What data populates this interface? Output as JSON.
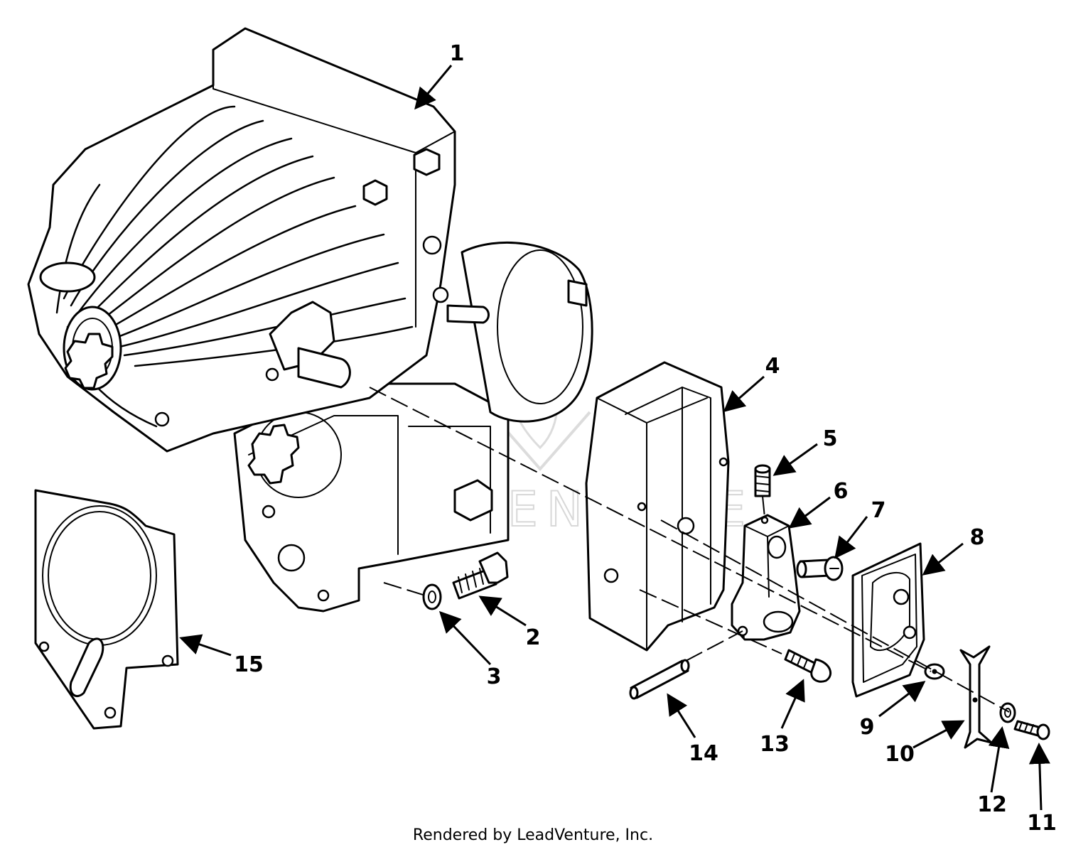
{
  "diagram": {
    "watermark": "LEADVENTURE",
    "credit": "Rendered by LeadVenture, Inc.",
    "callouts": [
      {
        "number": "1"
      },
      {
        "number": "2"
      },
      {
        "number": "3"
      },
      {
        "number": "4"
      },
      {
        "number": "5"
      },
      {
        "number": "6"
      },
      {
        "number": "7"
      },
      {
        "number": "8"
      },
      {
        "number": "9"
      },
      {
        "number": "10"
      },
      {
        "number": "11"
      },
      {
        "number": "12"
      },
      {
        "number": "13"
      },
      {
        "number": "14"
      },
      {
        "number": "15"
      }
    ]
  }
}
